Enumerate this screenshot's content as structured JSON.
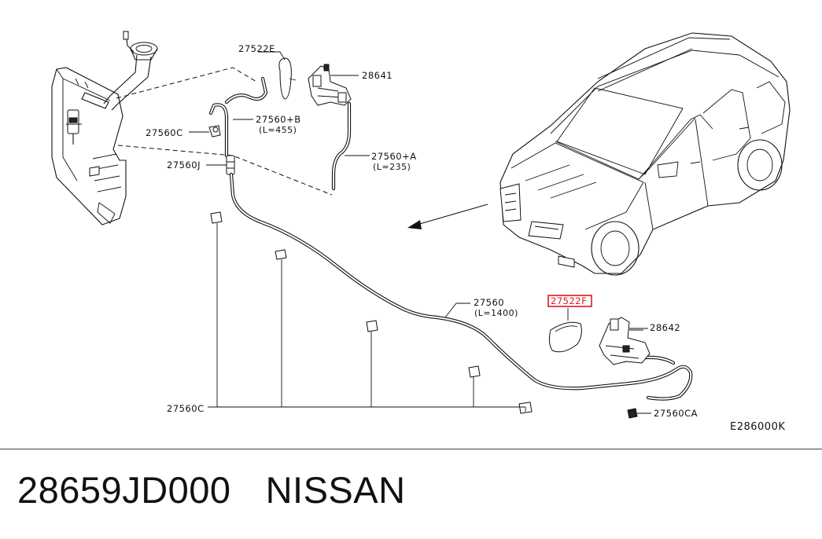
{
  "diagram": {
    "code": "E286000K",
    "highlight_color": "#e0191f",
    "labels": {
      "p27522E": "27522E",
      "p28641": "28641",
      "p27560B": "27560+B",
      "p27560B_len": "(L=455)",
      "p27560C_top": "27560C",
      "p27560J": "27560J",
      "p27560A": "27560+A",
      "p27560A_len": "(L=235)",
      "p27560": "27560",
      "p27560_len": "(L=1400)",
      "p27522F": "27522F",
      "p28642": "28642",
      "p27560C_bottom": "27560C",
      "p27560CA": "27560CA"
    }
  },
  "footer": {
    "part_number": "28659JD000",
    "brand": "NISSAN"
  }
}
